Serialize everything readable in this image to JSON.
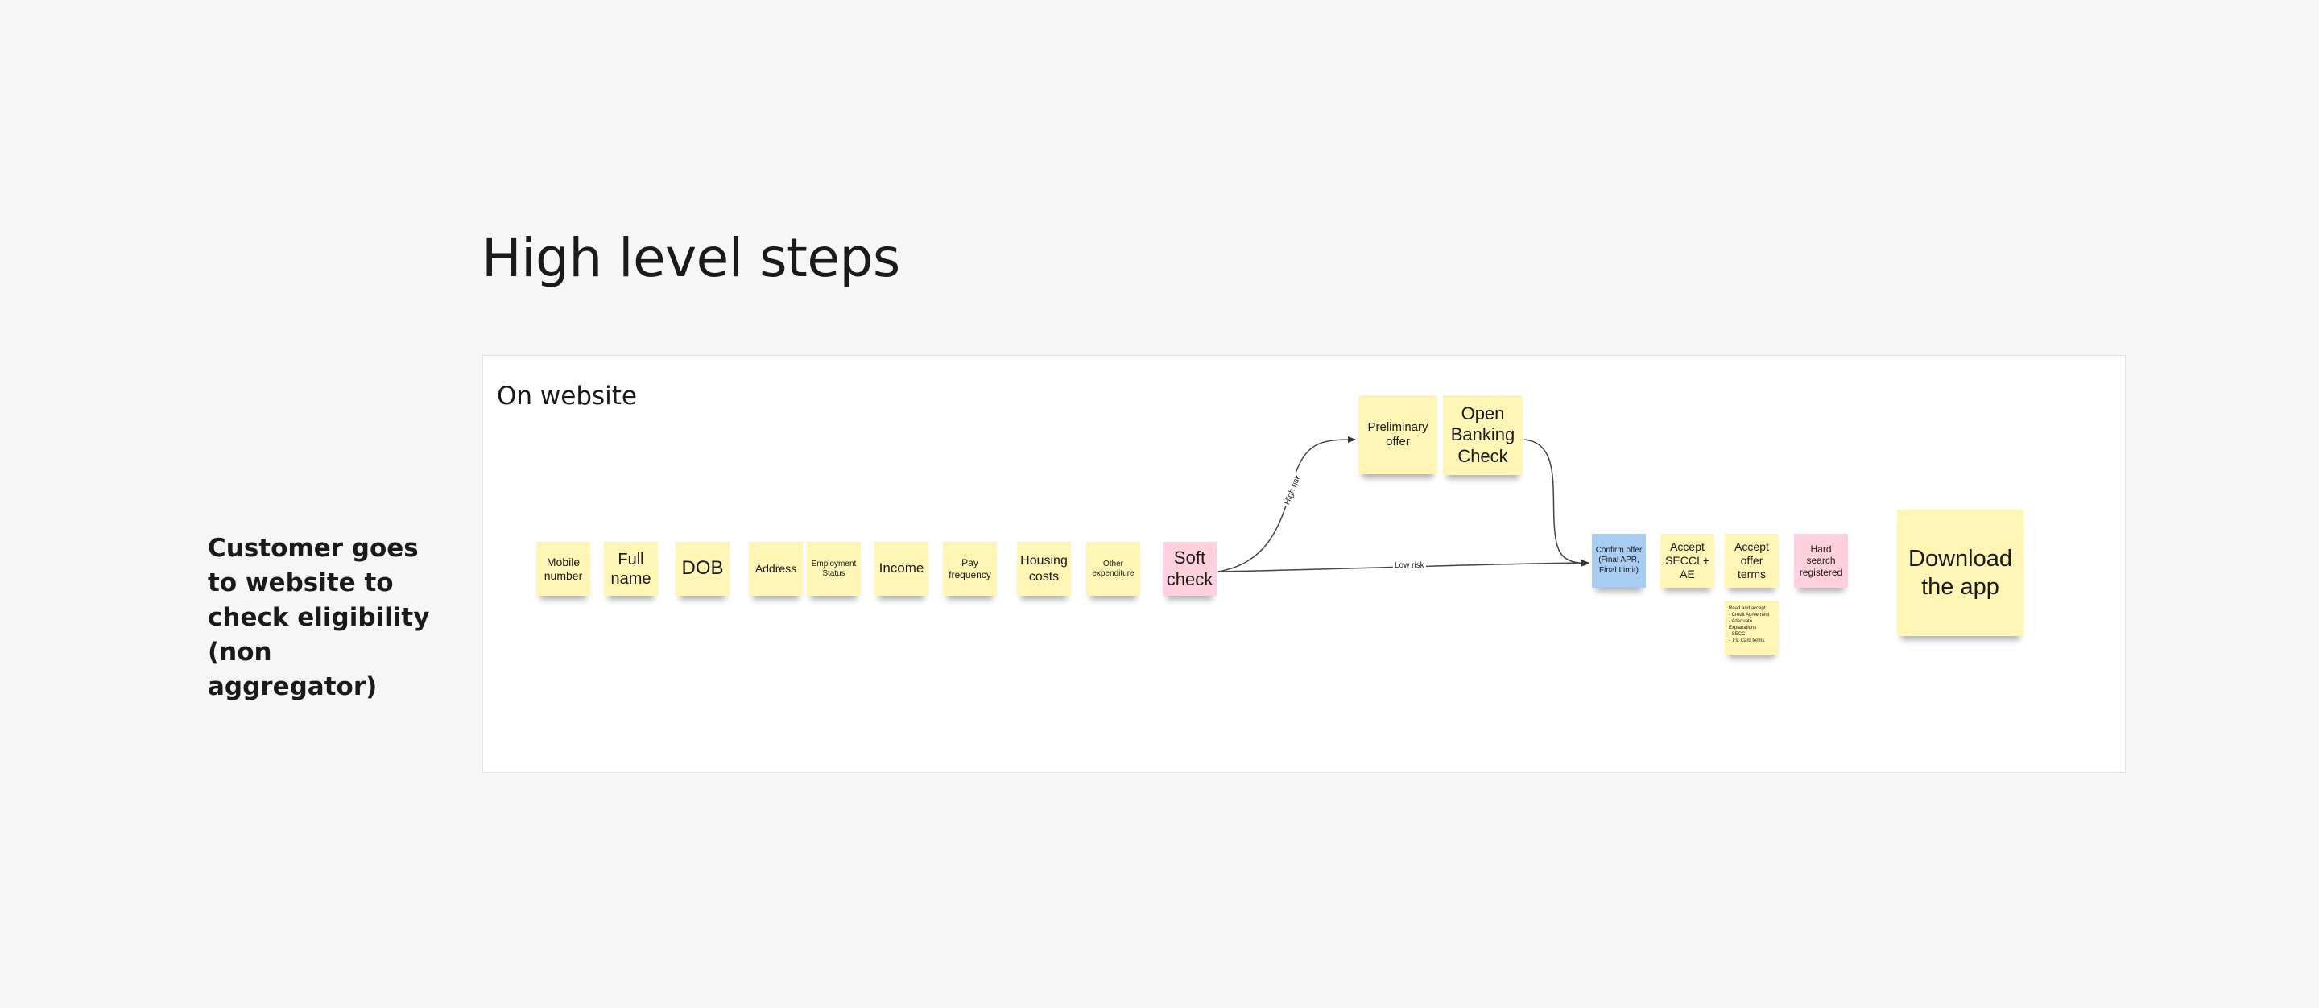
{
  "title": "High level steps",
  "lane_label": "Customer goes to website to check eligibility (non aggregator)",
  "frame_label": "On website",
  "stickies": {
    "mobile_number": "Mobile number",
    "full_name": "Full name",
    "dob": "DOB",
    "address": "Address",
    "employment_status": "Employment Status",
    "income": "Income",
    "pay_frequency": "Pay frequency",
    "housing_costs": "Housing costs",
    "other_expenditure": "Other expenditure",
    "soft_check": "Soft check",
    "preliminary_offer": "Preliminary offer",
    "open_banking_check": "Open Banking Check",
    "confirm_offer": "Confirm offer (Final APR, Final Limit)",
    "accept_secci_ae": "Accept SECCI + AE",
    "accept_offer_terms": "Accept offer terms",
    "hard_search": "Hard search registered",
    "download_app": "Download the app"
  },
  "terms_note": {
    "title": "Read and accept:",
    "items": [
      "Credit Agreement",
      "Adequate Explanations",
      "SECCI",
      "T's, Card terms"
    ]
  },
  "connectors": {
    "high_risk": "High risk",
    "low_risk": "Low risk"
  },
  "colors": {
    "yellow": "#fff6b6",
    "pink": "#ffd0dd",
    "blue": "#a9ccf2",
    "background": "#f6f6f6"
  }
}
